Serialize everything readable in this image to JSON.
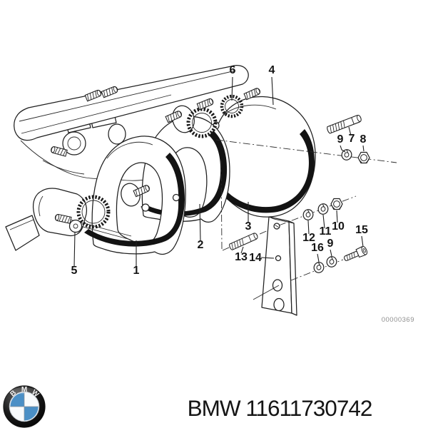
{
  "diagram": {
    "callouts": [
      {
        "label": "6"
      },
      {
        "label": "4"
      },
      {
        "label": "9"
      },
      {
        "label": "7"
      },
      {
        "label": "8"
      },
      {
        "label": "2"
      },
      {
        "label": "3"
      },
      {
        "label": "1"
      },
      {
        "label": "5"
      },
      {
        "label": "13"
      },
      {
        "label": "14"
      },
      {
        "label": "12"
      },
      {
        "label": "11"
      },
      {
        "label": "10"
      },
      {
        "label": "16"
      },
      {
        "label": "9"
      },
      {
        "label": "15"
      }
    ],
    "watermark": "00000369"
  },
  "footer": {
    "brand": "BMW",
    "part_number": "11611730742",
    "title": "BMW 11611730742",
    "logo_letters": [
      "B",
      "M",
      "W"
    ]
  },
  "colors": {
    "roundel_blue": "#4a8fc6",
    "ink": "#1f1f1f",
    "watermark_gray": "#8f8f8f",
    "background": "#ffffff"
  }
}
